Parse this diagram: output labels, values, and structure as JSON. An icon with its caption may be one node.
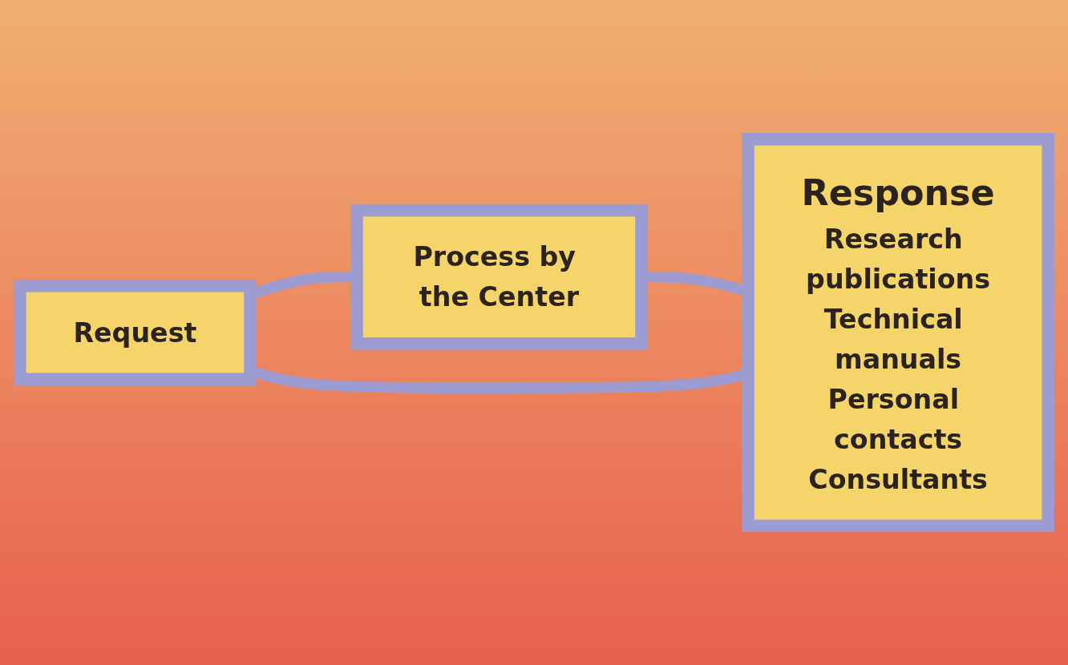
{
  "diagram": {
    "nodes": [
      {
        "text": [
          "Request"
        ]
      },
      {
        "text": [
          "Process by the Center"
        ]
      },
      {
        "text": [
          "Response",
          "Research publications",
          "Technical manuals",
          "Personal contacts",
          "Consultants"
        ]
      }
    ],
    "edges": [
      {
        "from": 0,
        "to": 1,
        "arrow": "to"
      },
      {
        "from": 1,
        "to": 2,
        "arrow": "to"
      },
      {
        "from": 2,
        "to": 0,
        "arrow": "to"
      }
    ]
  }
}
